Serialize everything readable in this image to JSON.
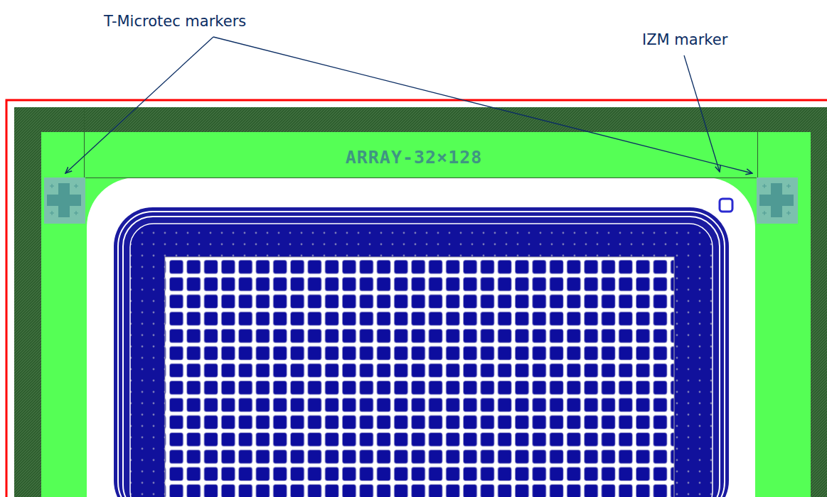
{
  "diagram": {
    "labels": [
      "T-Microtec markers",
      "IZM marker",
      "ARRAY-32×128"
    ]
  }
}
